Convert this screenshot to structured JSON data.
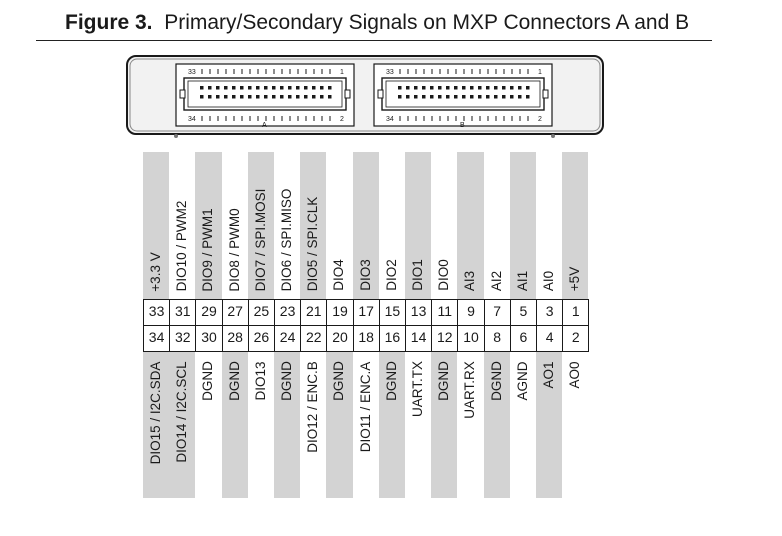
{
  "caption": {
    "figure_label": "Figure 3.",
    "title": "Primary/Secondary Signals on MXP Connectors A and B"
  },
  "connectors": [
    {
      "name": "A",
      "pin_left_top": "33",
      "pin_right_top": "1",
      "pin_left_bottom": "34",
      "pin_right_bottom": "2"
    },
    {
      "name": "B",
      "pin_left_top": "33",
      "pin_right_top": "1",
      "pin_left_bottom": "34",
      "pin_right_bottom": "2"
    }
  ],
  "columns": [
    {
      "top_signal": "+3.3 V",
      "top_pin": "33",
      "bottom_pin": "34",
      "bottom_signal": "DIO15 / I2C.SDA",
      "top_shaded": true,
      "bottom_shaded": true
    },
    {
      "top_signal": "DIO10 / PWM2",
      "top_pin": "31",
      "bottom_pin": "32",
      "bottom_signal": "DIO14 / I2C.SCL",
      "top_shaded": false,
      "bottom_shaded": true
    },
    {
      "top_signal": "DIO9 / PWM1",
      "top_pin": "29",
      "bottom_pin": "30",
      "bottom_signal": "DGND",
      "top_shaded": true,
      "bottom_shaded": false
    },
    {
      "top_signal": "DIO8 / PWM0",
      "top_pin": "27",
      "bottom_pin": "28",
      "bottom_signal": "DGND",
      "top_shaded": false,
      "bottom_shaded": true
    },
    {
      "top_signal": "DIO7 / SPI.MOSI",
      "top_pin": "25",
      "bottom_pin": "26",
      "bottom_signal": "DIO13",
      "top_shaded": true,
      "bottom_shaded": false
    },
    {
      "top_signal": "DIO6 / SPI.MISO",
      "top_pin": "23",
      "bottom_pin": "24",
      "bottom_signal": "DGND",
      "top_shaded": false,
      "bottom_shaded": true
    },
    {
      "top_signal": "DIO5 / SPI.CLK",
      "top_pin": "21",
      "bottom_pin": "22",
      "bottom_signal": "DIO12 / ENC.B",
      "top_shaded": true,
      "bottom_shaded": false
    },
    {
      "top_signal": "DIO4",
      "top_pin": "19",
      "bottom_pin": "20",
      "bottom_signal": "DGND",
      "top_shaded": false,
      "bottom_shaded": true
    },
    {
      "top_signal": "DIO3",
      "top_pin": "17",
      "bottom_pin": "18",
      "bottom_signal": "DIO11 / ENC.A",
      "top_shaded": true,
      "bottom_shaded": false
    },
    {
      "top_signal": "DIO2",
      "top_pin": "15",
      "bottom_pin": "16",
      "bottom_signal": "DGND",
      "top_shaded": false,
      "bottom_shaded": true
    },
    {
      "top_signal": "DIO1",
      "top_pin": "13",
      "bottom_pin": "14",
      "bottom_signal": "UART.TX",
      "top_shaded": true,
      "bottom_shaded": false
    },
    {
      "top_signal": "DIO0",
      "top_pin": "11",
      "bottom_pin": "12",
      "bottom_signal": "DGND",
      "top_shaded": false,
      "bottom_shaded": true
    },
    {
      "top_signal": "AI3",
      "top_pin": "9",
      "bottom_pin": "10",
      "bottom_signal": "UART.RX",
      "top_shaded": true,
      "bottom_shaded": false
    },
    {
      "top_signal": "AI2",
      "top_pin": "7",
      "bottom_pin": "8",
      "bottom_signal": "DGND",
      "top_shaded": false,
      "bottom_shaded": true
    },
    {
      "top_signal": "AI1",
      "top_pin": "5",
      "bottom_pin": "6",
      "bottom_signal": "AGND",
      "top_shaded": true,
      "bottom_shaded": false
    },
    {
      "top_signal": "AI0",
      "top_pin": "3",
      "bottom_pin": "4",
      "bottom_signal": "AO1",
      "top_shaded": false,
      "bottom_shaded": true
    },
    {
      "top_signal": "+5V",
      "top_pin": "1",
      "bottom_pin": "2",
      "bottom_signal": "AO0",
      "top_shaded": true,
      "bottom_shaded": false
    }
  ],
  "colors": {
    "shade": "#d3d3d3",
    "line": "#1a1a1a",
    "connector_fill": "#f4f4f4"
  }
}
